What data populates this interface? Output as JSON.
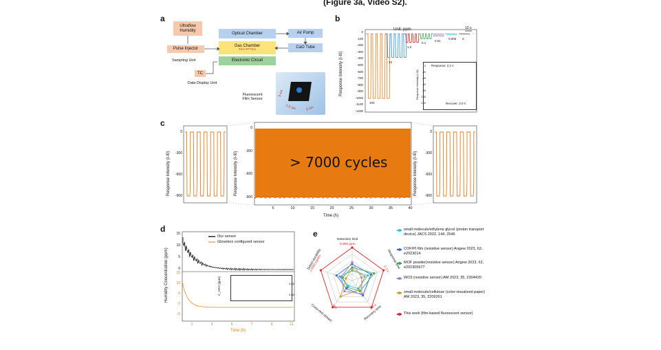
{
  "header": {
    "text": "(Figure 3a, Video S2)."
  },
  "panels": {
    "a": "a",
    "b": "b",
    "c": "c",
    "d": "d",
    "e": "e"
  },
  "panel_a": {
    "ultraflow": "Ultraflow Humidity",
    "pulse_injector": "Pulse Injector",
    "sampling_unit": "Sampling Unit",
    "tc": "TC",
    "data_display": "Data Display Unit",
    "optical_chamber": "Optical Chamber",
    "gas_chamber": "Gas Chamber",
    "tsa_label": "TSA-TFTSm",
    "electronic_circuit": "Electronic Circuit",
    "air_pump": "Air Pump",
    "cao_tube": "CaO Tube",
    "sensor_label": "Fluorescent Film Sensor",
    "dim1": "3 cm",
    "dim2": "1.5 cm",
    "dim3": "2 cm"
  },
  "panel_b": {
    "unit": "Unit: ppm",
    "scale": "10 s",
    "ylabel": "Response Intensity (I-I0)",
    "yticks": [
      "0",
      "-100",
      "-200",
      "-300",
      "-400",
      "-500",
      "-600",
      "-700",
      "-800",
      "-900",
      "-1000",
      "-1100",
      "-1200"
    ],
    "group_labels": [
      "100",
      "10",
      "1.0",
      "0.1",
      "0.01",
      "0.005",
      "0"
    ],
    "inset_response": "Response: 2.2 s",
    "inset_recover": "Recover: 2.0 s",
    "inset_ylabel": "Response Intensity (I-I0)",
    "inset_yticks": [
      "0",
      "-20",
      "-40",
      "-60",
      "-80",
      "-100",
      "-120"
    ]
  },
  "panel_c": {
    "ylabel": "Response Intensity (I-I0)",
    "yticks": [
      "0",
      "-300",
      "-600",
      "-900"
    ],
    "xlabel": "Time (h)",
    "xticks": [
      "5",
      "10",
      "15",
      "20",
      "25",
      "30",
      "35",
      "40"
    ],
    "cycles": "> 7000 cycles"
  },
  "panel_d": {
    "ylabel": "Humidity Concentration (ppm)",
    "legend": [
      "Our sensor",
      "Glovebox configured sensor"
    ],
    "yticks_top": [
      "15",
      "10",
      "5",
      "0"
    ],
    "yticks_bottom": [
      "15",
      "10",
      "5",
      "0",
      "-5"
    ],
    "xlabel": "Time (h)",
    "xticks": [
      "1",
      "3",
      "5",
      "7",
      "9",
      "11"
    ],
    "inset_ylabel": "C_H2O (ppm)",
    "inset_yticks": [
      "0.02",
      "0.00"
    ]
  },
  "panel_e": {
    "axes": [
      "Detection limit",
      "Response time",
      "Recovery time",
      "Cross-test stream",
      "Detect durability"
    ],
    "values": [
      "0.005 ppm",
      "2.2 s",
      "2.0 s",
      "Yes",
      ">7000 cycles"
    ],
    "legend": [
      {
        "text": "small molecule/ethylene glycol (proton transport device) JACS 2022, 144, 2546",
        "color": "#2fc7d6"
      },
      {
        "text": "COF/PI film (resistive sensor) Angew 2023, 62, e2023014",
        "color": "#3a6fc4"
      },
      {
        "text": "MOF powder(resistive sensor) Angew 2023, 62, e202305977",
        "color": "#3aa655"
      },
      {
        "text": "WO3 (resistive sensor) AM 2023, 35, 2304420",
        "color": "#a77fd1"
      },
      {
        "text": "small molecule/cellulose (color-visualized paper) AM 2023, 35, 2209261",
        "color": "#d0a12a"
      },
      {
        "text": "This work (film-based fluorescent sensor)",
        "color": "#e02424"
      }
    ]
  },
  "colors": {
    "orange": "#e87a12",
    "blue": "#2a8fd6",
    "red": "#e02424"
  }
}
